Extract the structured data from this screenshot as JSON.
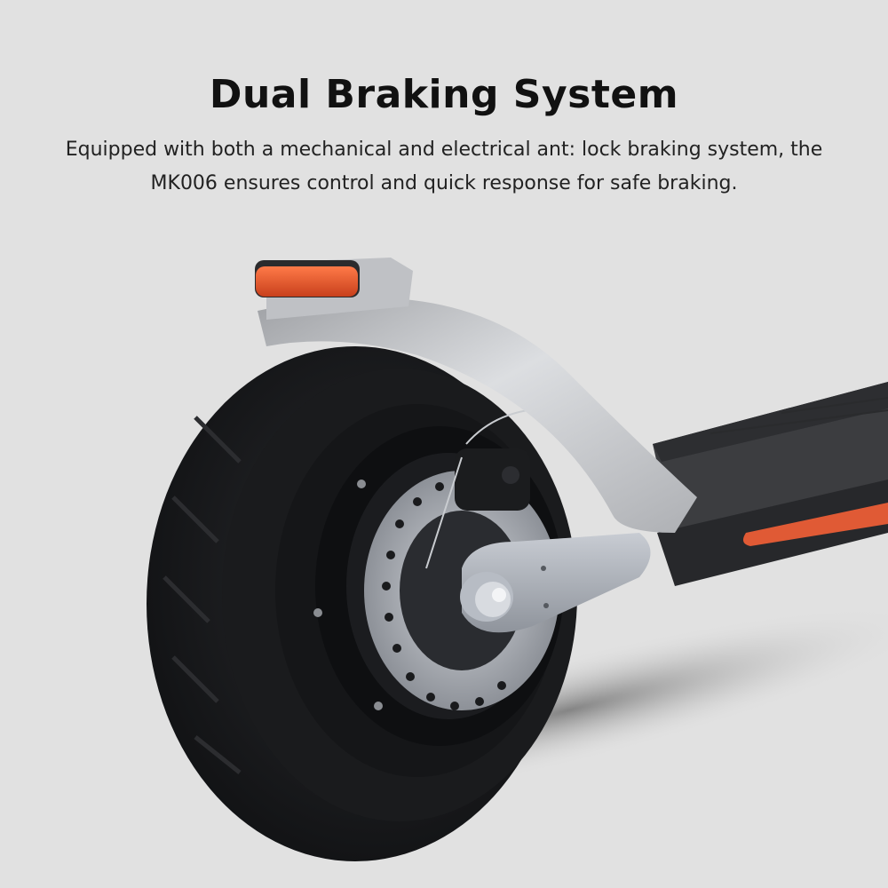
{
  "header": {
    "title": "Dual Braking System",
    "description": "Equipped with both a mechanical and electrical ant: lock braking system, the MK006 ensures control and quick response for safe braking."
  },
  "product": {
    "model": "MK006",
    "image_alt": "Rear wheel of electric scooter with disc brake, fender and tail light",
    "colors": {
      "background": "#e1e1e1",
      "tail_light": "#e8542a",
      "side_reflector": "#e05a35",
      "fender": "#c4c6ca",
      "tire": "#1c1d1f",
      "deck": "#3c3d40"
    }
  }
}
